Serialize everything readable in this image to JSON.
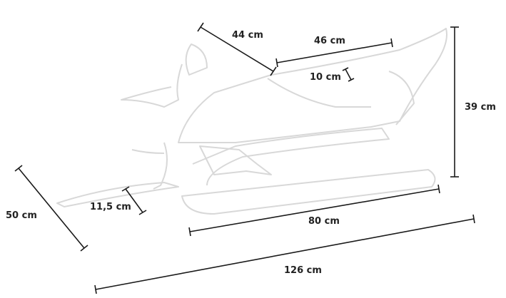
{
  "title": "Snow scooter sled dimensions",
  "dimensions": {
    "handlebar_width": "44 cm",
    "seat_length": "46 cm",
    "seat_height": "10 cm",
    "total_height": "39 cm",
    "ski_width": "50 cm",
    "ski_height": "11,5 cm",
    "runner_length": "80 cm",
    "total_length": "126 cm"
  },
  "colors": {
    "dimension_line": "#1a1a1a",
    "outline": "#d8d8d8"
  }
}
